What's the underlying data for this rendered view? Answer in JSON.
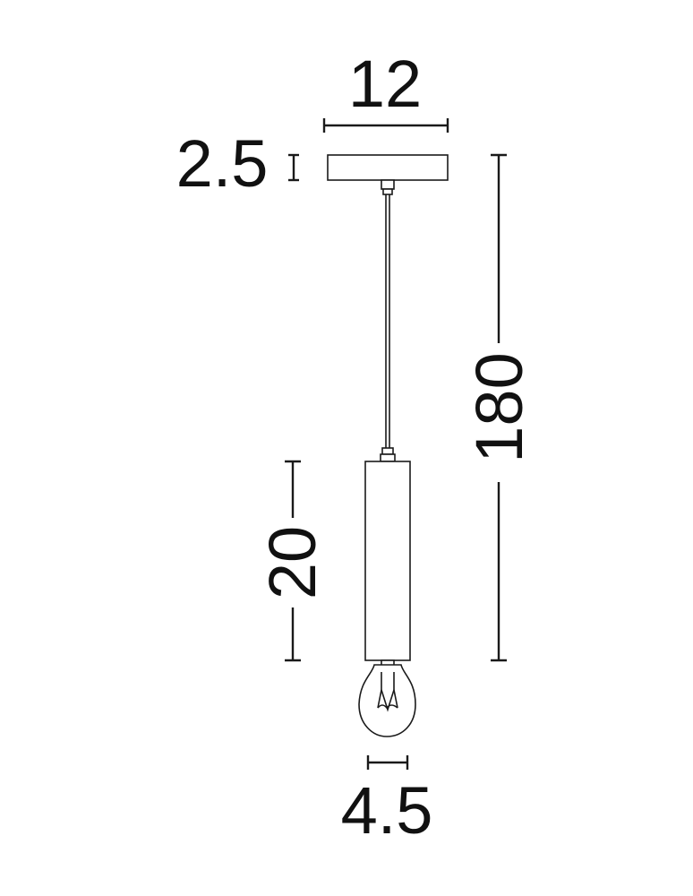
{
  "dimensions": {
    "canopy_width": "12",
    "canopy_height": "2.5",
    "total_height": "180",
    "shade_height": "20",
    "bulb_diameter": "4.5"
  }
}
